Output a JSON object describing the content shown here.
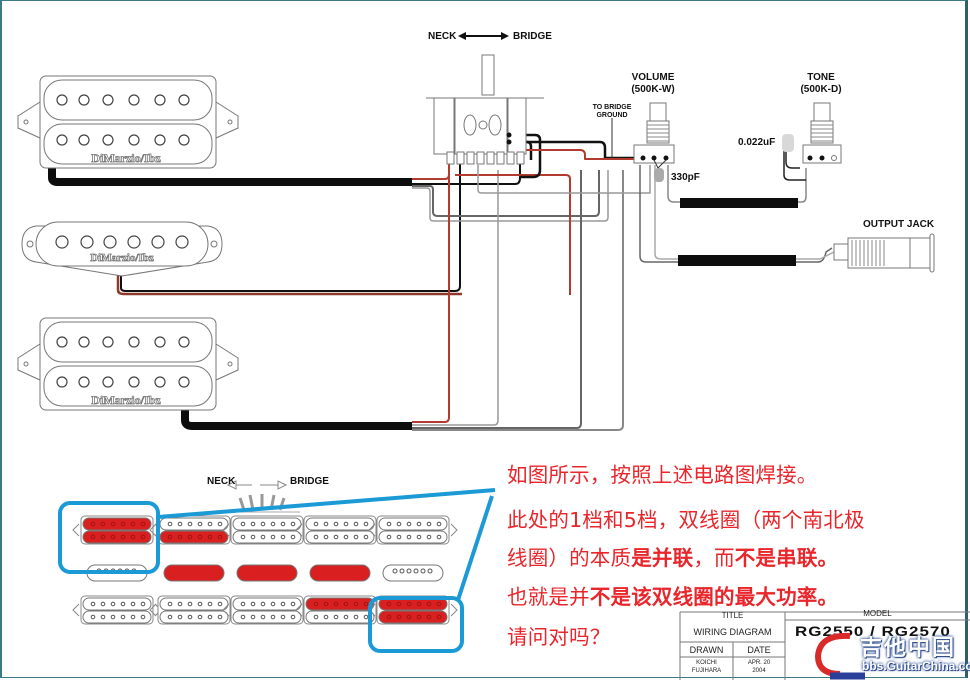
{
  "diagram": {
    "switch_label": {
      "neck": "NECK",
      "bridge": "BRIDGE"
    },
    "volume": {
      "title": "VOLUME",
      "value": "(500K-W)"
    },
    "tone": {
      "title": "TONE",
      "value": "(500K-D)"
    },
    "bridge_ground": {
      "line1": "TO BRIDGE",
      "line2": "GROUND"
    },
    "cap_tone": "0.022uF",
    "cap_volume": "330pF",
    "output_jack": "OUTPUT JACK",
    "pickup_brand": "DiMarzio/Ibz",
    "pickups": [
      {
        "position": "neck",
        "type": "humbucker"
      },
      {
        "position": "middle",
        "type": "single-coil"
      },
      {
        "position": "bridge",
        "type": "humbucker"
      }
    ],
    "wire_colors": {
      "black": "#111111",
      "red": "#b33a2e",
      "gray": "#777777",
      "white": "#ffffff",
      "shield": "#0d0d0d"
    }
  },
  "positions_chart": {
    "neck": "NECK",
    "bridge": "BRIDGE",
    "highlight_color": "#1b9ad6",
    "active_color": "#d91f1f",
    "rows": [
      {
        "name": "neck-pickup",
        "cells": [
          "full",
          "bottom",
          "none",
          "none",
          "none"
        ]
      },
      {
        "name": "middle-pickup",
        "cells": [
          "none",
          "full",
          "full",
          "full",
          "none"
        ]
      },
      {
        "name": "bridge-pickup",
        "cells": [
          "none",
          "none",
          "none",
          "top",
          "full"
        ]
      }
    ],
    "highlighted_positions": [
      1,
      5
    ]
  },
  "annotation": {
    "color": "#e8262b",
    "lines": [
      [
        {
          "t": "如图所示，按照上述电路图焊接。",
          "b": false
        }
      ],
      [
        {
          "t": "此处的1档和5档，双线圈（两个南北极",
          "b": false
        }
      ],
      [
        {
          "t": "线圈）的本质",
          "b": false
        },
        {
          "t": "是并联",
          "b": true
        },
        {
          "t": "，而",
          "b": false
        },
        {
          "t": "不是串联。",
          "b": true
        }
      ],
      [
        {
          "t": "也就是并",
          "b": false
        },
        {
          "t": "不是该双线圈的最大功率。",
          "b": true
        }
      ],
      [
        {
          "t": "请问对吗？",
          "b": false
        }
      ]
    ]
  },
  "title_block": {
    "title_header": "TITLE",
    "title_value": "WIRING DIAGRAM",
    "model_header": "MODEL",
    "model_value": "RG2550 / RG2570",
    "drawn_header": "DRAWN",
    "date_header": "DATE",
    "drawn_value_1": "KOICHI",
    "drawn_value_2": "FUJIHARA",
    "date_value_1": "APR. 20",
    "date_value_2": "2004"
  },
  "watermark": {
    "cn": "吉他中国",
    "url": "bbs.GuitarChina.com"
  }
}
